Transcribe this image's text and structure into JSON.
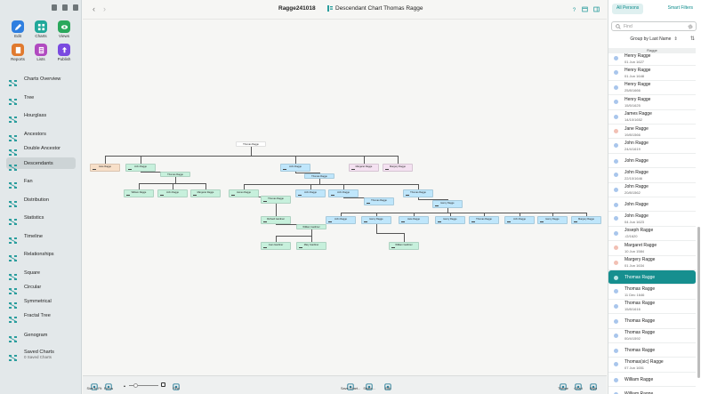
{
  "toolbar": {
    "items": [
      {
        "label": "Edit",
        "icon": "pencil-icon",
        "color": "#2f7fe0"
      },
      {
        "label": "Charts",
        "icon": "chart-icon",
        "color": "#20a89a"
      },
      {
        "label": "Views",
        "icon": "eye-icon",
        "color": "#2aa85c"
      },
      {
        "label": "Reports",
        "icon": "report-icon",
        "color": "#e07a2f"
      },
      {
        "label": "Lists",
        "icon": "list-icon",
        "color": "#b04ac0"
      },
      {
        "label": "Publish",
        "icon": "publish-icon",
        "color": "#7a4ae0"
      }
    ]
  },
  "sidebar": {
    "items": [
      {
        "label": "Charts Overview"
      },
      {
        "label": "Tree"
      },
      {
        "label": "Hourglass"
      },
      {
        "label": "Ancestors"
      },
      {
        "label": "Double Ancestor"
      },
      {
        "label": "Descendants"
      },
      {
        "label": "Fan"
      },
      {
        "label": "Distribution"
      },
      {
        "label": "Statistics"
      },
      {
        "label": "Timeline"
      },
      {
        "label": "Relationships"
      },
      {
        "label": "Square"
      },
      {
        "label": "Circular"
      },
      {
        "label": "Symmetrical"
      },
      {
        "label": "Fractal Tree"
      },
      {
        "label": "Genogram"
      },
      {
        "label": "Saved Charts",
        "sub": "0 Saved Charts"
      }
    ],
    "active_index": 5
  },
  "topbar": {
    "doc_title": "Ragge241018",
    "chart_title": "Descendant Chart Thomas Ragge"
  },
  "bottombar": {
    "left": [
      {
        "label": "Size to Fit",
        "icon": "fit-icon"
      },
      {
        "label": "Focus",
        "icon": "focus-icon"
      },
      {
        "label": "Find",
        "icon": "search-icon"
      }
    ],
    "center": [
      {
        "label": "Save Chart...",
        "icon": "download-icon"
      },
      {
        "label": "Share...",
        "icon": "share-icon"
      },
      {
        "label": "Edit",
        "icon": "edit-icon"
      }
    ],
    "right": [
      {
        "label": "Theme",
        "icon": "palette-icon"
      },
      {
        "label": "Chart",
        "icon": "chart-settings-icon"
      },
      {
        "label": "Style",
        "icon": "style-icon"
      }
    ]
  },
  "right_panel": {
    "tabs": [
      "All Persons",
      "Smart Filters"
    ],
    "search_placeholder": "Find",
    "group_by": "Group by Last Name",
    "section_header": "Ragge",
    "persons": [
      {
        "name": "Henry Ragge",
        "date": "01 Jun 1627",
        "color": "#a9c6ec"
      },
      {
        "name": "Henry Ragge",
        "date": "01 Jun 1648",
        "color": "#a9c6ec"
      },
      {
        "name": "Henry Ragge",
        "date": "25/8/1666",
        "color": "#a9c6ec"
      },
      {
        "name": "Henry Ragge",
        "date": "15/5/1625",
        "color": "#a9c6ec"
      },
      {
        "name": "James Ragge",
        "date": "14/10/1652",
        "color": "#a9c6ec"
      },
      {
        "name": "Jane Ragge",
        "date": "19/8/1566",
        "color": "#f2c0b4"
      },
      {
        "name": "John Ragge",
        "date": "24/4/1619",
        "color": "#a9c6ec"
      },
      {
        "name": "John Ragge",
        "date": "",
        "color": "#a9c6ec"
      },
      {
        "name": "John Ragge",
        "date": "22/10/1646",
        "color": "#a9c6ec"
      },
      {
        "name": "John Ragge",
        "date": "20/8/1562",
        "color": "#a9c6ec"
      },
      {
        "name": "John Ragge",
        "date": "",
        "color": "#a9c6ec"
      },
      {
        "name": "John Ragge",
        "date": "04 Jun 1623",
        "color": "#a9c6ec"
      },
      {
        "name": "Joseph Ragge",
        "date": "./2/1620",
        "color": "#a9c6ec"
      },
      {
        "name": "Margaret Ragge",
        "date": "10 Jun 1584",
        "color": "#f2c0b4"
      },
      {
        "name": "Margery Ragge",
        "date": "01 Jun 1634",
        "color": "#f2c0b4"
      },
      {
        "name": "Thomas Ragge",
        "date": "",
        "color": "#a9c6ec"
      },
      {
        "name": "Thomas Ragge",
        "date": "11 Dec 1646",
        "color": "#a9c6ec"
      },
      {
        "name": "Thomas Ragge",
        "date": "15/8/1616",
        "color": "#a9c6ec"
      },
      {
        "name": "Thomas Ragge",
        "date": "",
        "color": "#a9c6ec"
      },
      {
        "name": "Thomas Ragge",
        "date": "00/4/1592",
        "color": "#a9c6ec"
      },
      {
        "name": "Thomas Ragge",
        "date": "",
        "color": "#a9c6ec"
      },
      {
        "name": "Thomas(sic) Ragge",
        "date": "07 Jun 1651",
        "color": "#a9c6ec"
      },
      {
        "name": "William Ragge",
        "date": "",
        "color": "#a9c6ec"
      },
      {
        "name": "William Ragge",
        "date": "",
        "color": "#a9c6ec"
      }
    ],
    "selected_index": 15
  },
  "tree": {
    "colors": {
      "blue": "#bfe6fb",
      "green": "#c7f0dc",
      "pink": "#f4e1f1",
      "orange": "#f7dfc8",
      "white": "#ffffff"
    },
    "nodes": [
      {
        "id": "root",
        "label": "Thomas Ragge",
        "color": "white"
      },
      {
        "id": "g1a",
        "label": "Jane Ragge",
        "color": "orange"
      },
      {
        "id": "g1b",
        "label": "John Ragge",
        "color": "green"
      },
      {
        "id": "g1c",
        "label": "John Ragge",
        "color": "blue"
      },
      {
        "id": "g1d",
        "label": "Margaret Ragge",
        "color": "pink"
      },
      {
        "id": "g1e",
        "label": "Margery Ragge",
        "color": "pink"
      },
      {
        "id": "g2a",
        "label": "Thomas Ragge",
        "color": "green"
      },
      {
        "id": "g2b",
        "label": "Thomas Ragge",
        "color": "blue"
      },
      {
        "id": "g3a",
        "label": "William Ragge",
        "color": "green"
      },
      {
        "id": "g3b",
        "label": "John Ragge",
        "color": "green"
      },
      {
        "id": "g3c",
        "label": "Margaret Ragge",
        "color": "green"
      },
      {
        "id": "g3d",
        "label": "James Ragge",
        "color": "green"
      },
      {
        "id": "g3e",
        "label": "John Ragge",
        "color": "blue"
      },
      {
        "id": "g3f",
        "label": "John Ragge",
        "color": "blue"
      },
      {
        "id": "g3g",
        "label": "Thomas Ragge",
        "color": "blue"
      },
      {
        "id": "g4a",
        "label": "Thomas Ragge",
        "color": "green"
      },
      {
        "id": "g4b",
        "label": "Thomas Ragge",
        "color": "blue"
      },
      {
        "id": "g4c",
        "label": "Henry Ragge",
        "color": "blue"
      },
      {
        "id": "g5a",
        "label": "Richard Gardiner",
        "color": "green"
      },
      {
        "id": "g5b",
        "label": "John Ragge",
        "color": "blue"
      },
      {
        "id": "g5c",
        "label": "Henry Ragge",
        "color": "blue"
      },
      {
        "id": "g5d",
        "label": "Jane Ragge",
        "color": "blue"
      },
      {
        "id": "g5e",
        "label": "Henry Ragge",
        "color": "blue"
      },
      {
        "id": "g5f",
        "label": "Thomas Ragge",
        "color": "blue"
      },
      {
        "id": "g5g",
        "label": "John Ragge",
        "color": "blue"
      },
      {
        "id": "g5h",
        "label": "Henry Ragge",
        "color": "blue"
      },
      {
        "id": "g5i",
        "label": "Margery Ragge",
        "color": "blue"
      },
      {
        "id": "g6a",
        "label": "William Gardiner",
        "color": "green"
      },
      {
        "id": "g7a",
        "label": "Joan Gardiner",
        "color": "green"
      },
      {
        "id": "g7b",
        "label": "Mary Gardiner",
        "color": "green"
      },
      {
        "id": "g7c",
        "label": "William Gardiner",
        "color": "green"
      }
    ]
  }
}
